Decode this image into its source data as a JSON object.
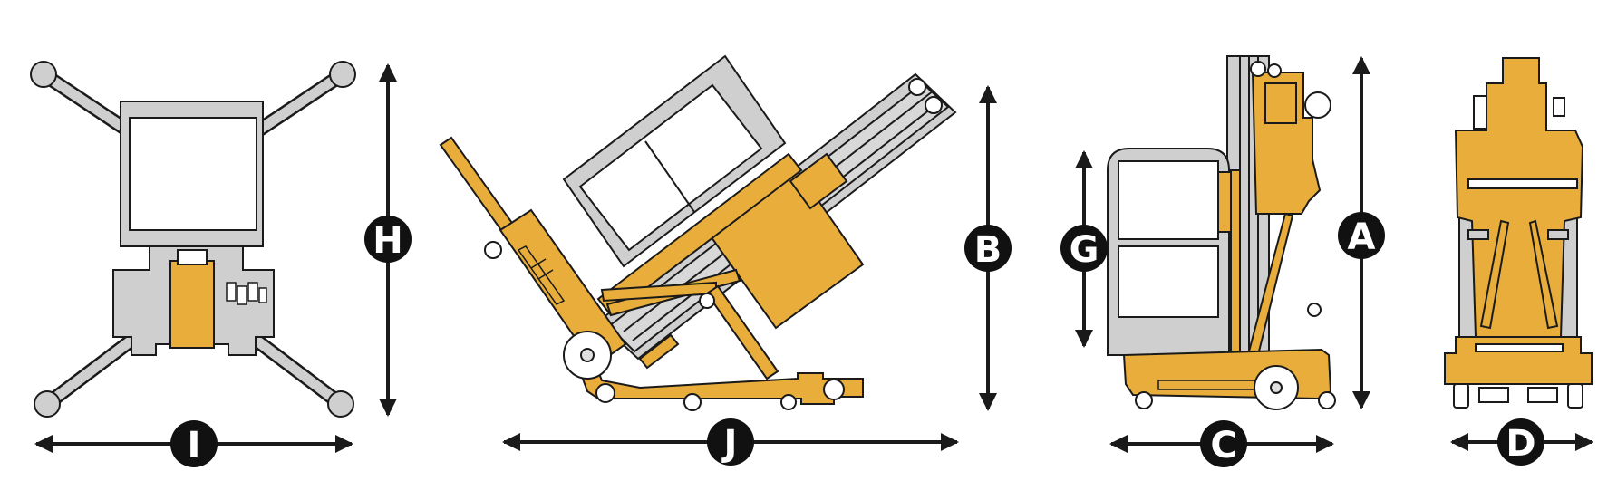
{
  "colors": {
    "accent": "#E8AD3A",
    "gray": "#CFCFCF",
    "outline": "#1A1A1A",
    "label_bg": "#111111",
    "label_text": "#FFFFFF"
  },
  "labels": {
    "top_view_height": "H",
    "top_view_width": "I",
    "stowed_height": "B",
    "stowed_length": "J",
    "side_platform_height": "G",
    "side_overall_height": "A",
    "side_length": "C",
    "front_width": "D"
  },
  "views": [
    "top-view",
    "stowed-view",
    "side-view",
    "front-view"
  ]
}
